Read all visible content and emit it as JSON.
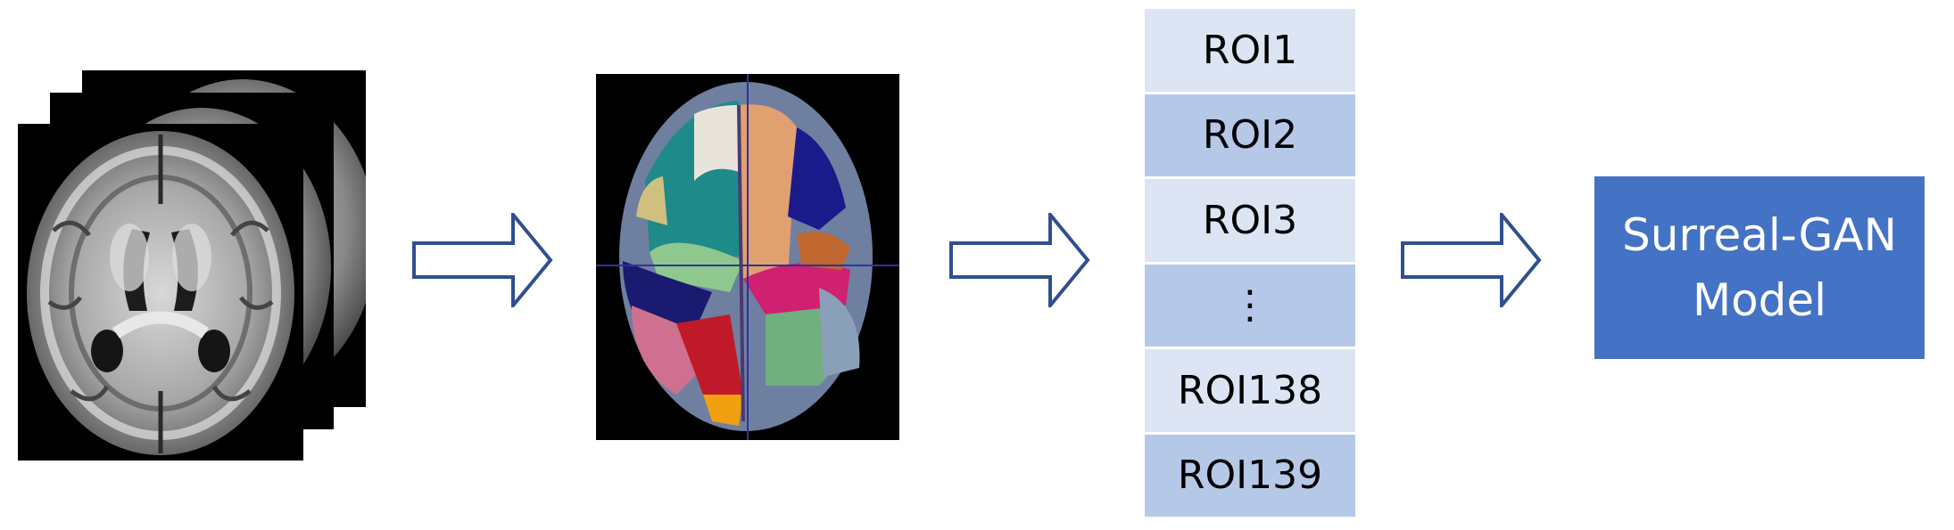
{
  "roi_table": {
    "items": [
      "ROI1",
      "ROI2",
      "ROI3",
      "⋮",
      "ROI138",
      "ROI139"
    ]
  },
  "model": {
    "line1": "Surreal-GAN",
    "line2": "Model"
  },
  "colors": {
    "roi_light": "#dde5f4",
    "roi_dark": "#b6c8e8",
    "model_fill": "#4472c4",
    "arrow_stroke": "#2f4f8f"
  },
  "icons": {
    "arrow": "right-outline-arrow-icon"
  }
}
